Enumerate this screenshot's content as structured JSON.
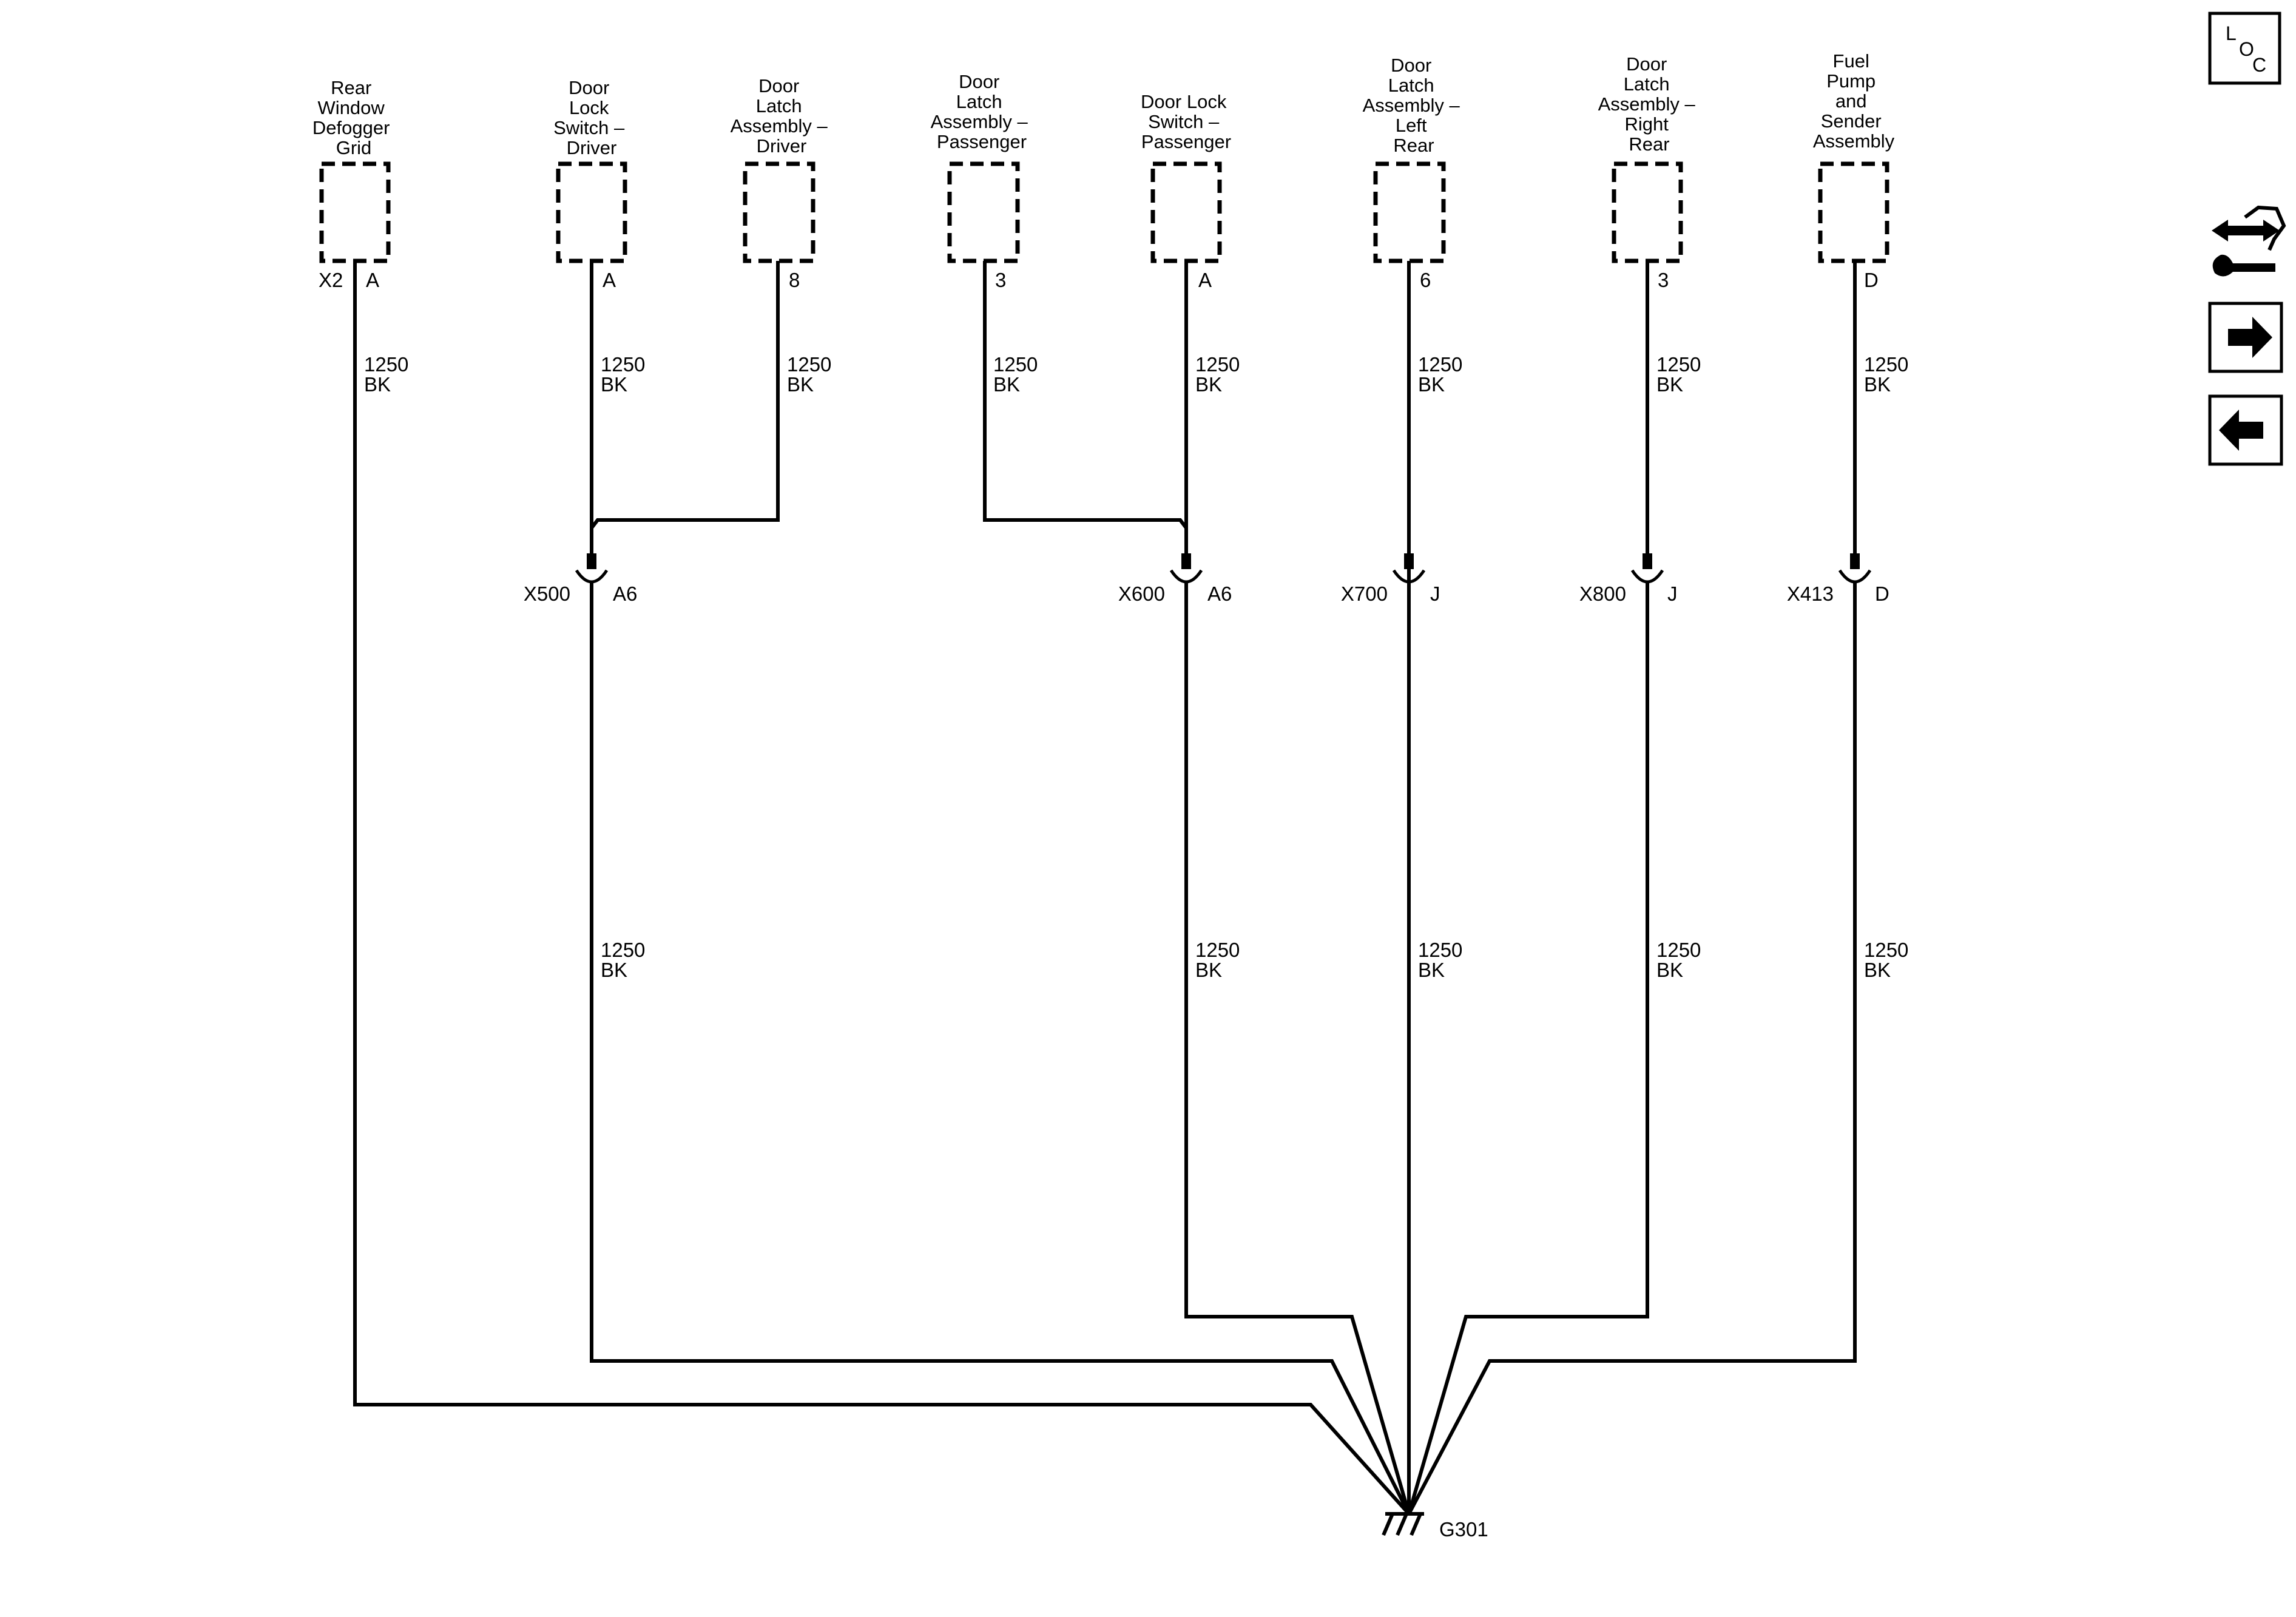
{
  "components": [
    {
      "id": "defog",
      "name": [
        "Rear",
        "Window",
        "Defogger",
        "Grid"
      ],
      "pin": "A",
      "conn": "X2"
    },
    {
      "id": "dls-drv",
      "name": [
        "Door",
        "Lock",
        "Switch –",
        "Driver"
      ],
      "pin": "A"
    },
    {
      "id": "dla-drv",
      "name": [
        "Door",
        "Latch",
        "Assembly –",
        "Driver"
      ],
      "pin": "8"
    },
    {
      "id": "dla-pass",
      "name": [
        "Door",
        "Latch",
        "Assembly –",
        "Passenger"
      ],
      "pin": "3"
    },
    {
      "id": "dls-pass",
      "name": [
        "Door Lock",
        "Switch –",
        "Passenger"
      ],
      "pin": "A"
    },
    {
      "id": "dla-lr",
      "name": [
        "Door",
        "Latch",
        "Assembly –",
        "Left",
        "Rear"
      ],
      "pin": "6"
    },
    {
      "id": "dla-rr",
      "name": [
        "Door",
        "Latch",
        "Assembly –",
        "Right",
        "Rear"
      ],
      "pin": "3"
    },
    {
      "id": "fuel",
      "name": [
        "Fuel",
        "Pump",
        "and",
        "Sender",
        "Assembly"
      ],
      "pin": "D"
    }
  ],
  "wire": {
    "circuit": "1250",
    "color": "BK"
  },
  "inline_connectors": [
    {
      "id": "x500",
      "name": "X500",
      "pin": "A6"
    },
    {
      "id": "x600",
      "name": "X600",
      "pin": "A6"
    },
    {
      "id": "x700",
      "name": "X700",
      "pin": "J"
    },
    {
      "id": "x800",
      "name": "X800",
      "pin": "J"
    },
    {
      "id": "x413",
      "name": "X413",
      "pin": "D"
    }
  ],
  "ground": {
    "name": "G301"
  },
  "nav": {
    "loc_letters": [
      "L",
      "O",
      "C"
    ],
    "icons": [
      "schematic-navigation-icon",
      "next-arrow-icon",
      "previous-arrow-icon"
    ]
  }
}
